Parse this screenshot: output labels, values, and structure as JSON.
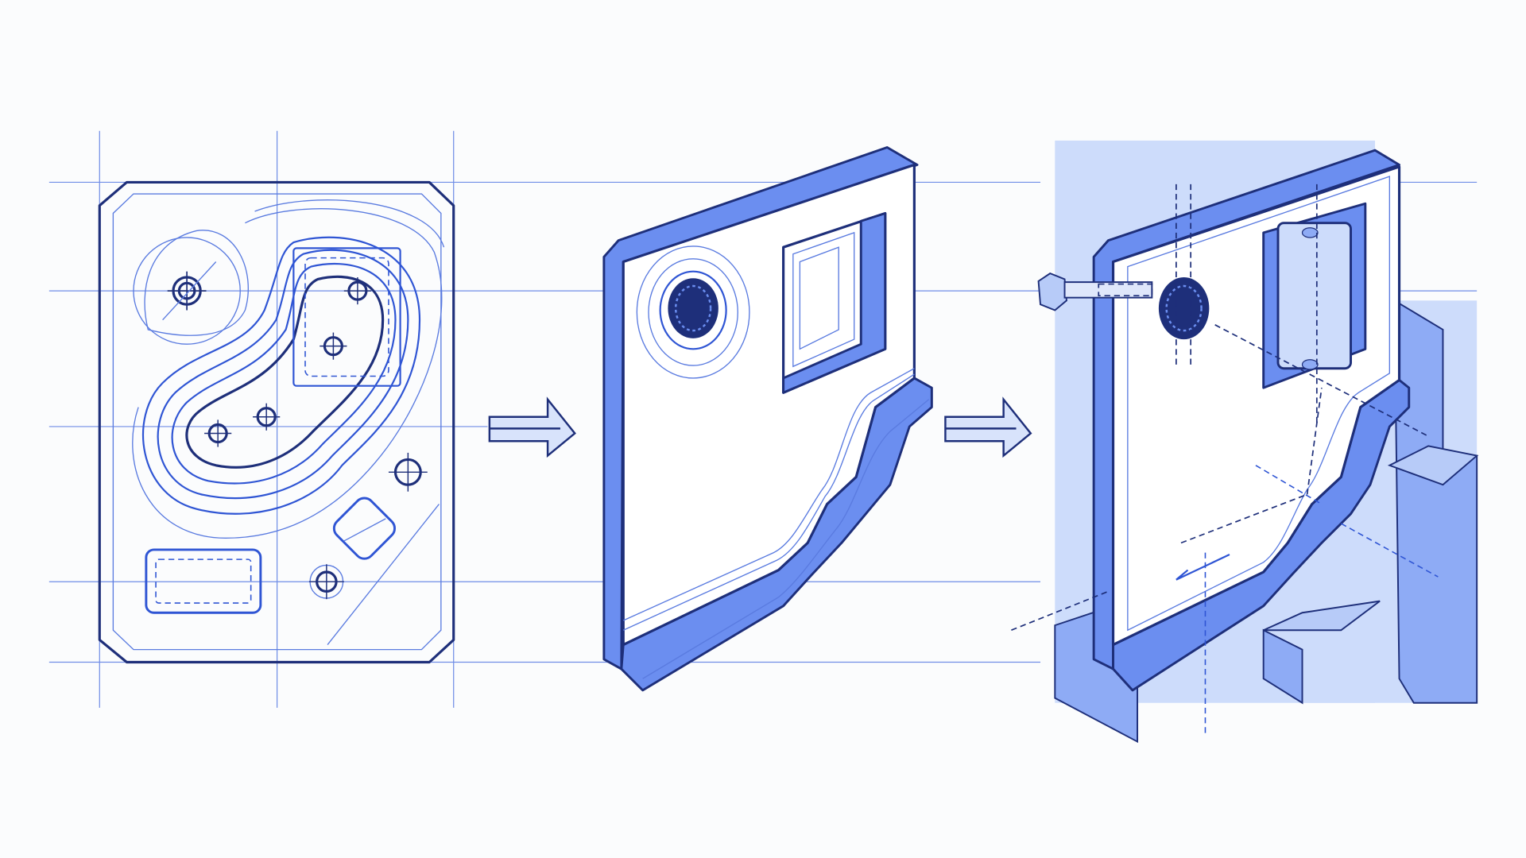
{
  "diagram": {
    "stages": [
      "flat-layout",
      "machined-part",
      "assembled-in-fixture"
    ],
    "colors": {
      "ink": "#1e2f7a",
      "accent": "#2f55d4",
      "side_fill": "#6b8ef0",
      "fixture_fill": "#cddcfb",
      "background": "#fbfcfd"
    }
  }
}
